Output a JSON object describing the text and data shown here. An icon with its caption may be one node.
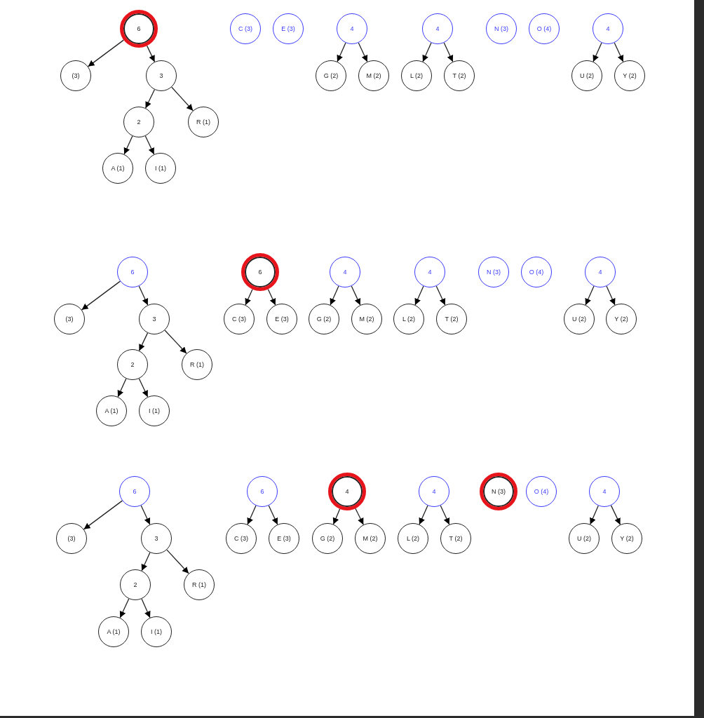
{
  "diagram": {
    "nodes": [
      {
        "text": [
          "6"
        ]
      },
      {
        "text": [
          "(3)"
        ]
      },
      {
        "text": [
          "3"
        ]
      },
      {
        "text": [
          "2"
        ]
      },
      {
        "text": [
          "R (1)"
        ]
      },
      {
        "text": [
          "A (1)"
        ]
      },
      {
        "text": [
          "I (1)"
        ]
      },
      {
        "text": [
          "C (3)"
        ]
      },
      {
        "text": [
          "E (3)"
        ]
      },
      {
        "text": [
          "4"
        ]
      },
      {
        "text": [
          "G (2)"
        ]
      },
      {
        "text": [
          "M (2)"
        ]
      },
      {
        "text": [
          "4"
        ]
      },
      {
        "text": [
          "L (2)"
        ]
      },
      {
        "text": [
          "T (2)"
        ]
      },
      {
        "text": [
          "N (3)"
        ]
      },
      {
        "text": [
          "O (4)"
        ]
      },
      {
        "text": [
          "4"
        ]
      },
      {
        "text": [
          "U (2)"
        ]
      },
      {
        "text": [
          "Y (2)"
        ]
      },
      {
        "text": [
          "6"
        ]
      },
      {
        "text": [
          "(3)"
        ]
      },
      {
        "text": [
          "3"
        ]
      },
      {
        "text": [
          "2"
        ]
      },
      {
        "text": [
          "R (1)"
        ]
      },
      {
        "text": [
          "A (1)"
        ]
      },
      {
        "text": [
          "I (1)"
        ]
      },
      {
        "text": [
          "6"
        ]
      },
      {
        "text": [
          "C (3)"
        ]
      },
      {
        "text": [
          "E (3)"
        ]
      },
      {
        "text": [
          "4"
        ]
      },
      {
        "text": [
          "G (2)"
        ]
      },
      {
        "text": [
          "M (2)"
        ]
      },
      {
        "text": [
          "4"
        ]
      },
      {
        "text": [
          "L (2)"
        ]
      },
      {
        "text": [
          "T (2)"
        ]
      },
      {
        "text": [
          "N (3)"
        ]
      },
      {
        "text": [
          "O (4)"
        ]
      },
      {
        "text": [
          "4"
        ]
      },
      {
        "text": [
          "U (2)"
        ]
      },
      {
        "text": [
          "Y (2)"
        ]
      },
      {
        "text": [
          "6"
        ]
      },
      {
        "text": [
          "(3)"
        ]
      },
      {
        "text": [
          "3"
        ]
      },
      {
        "text": [
          "2"
        ]
      },
      {
        "text": [
          "R (1)"
        ]
      },
      {
        "text": [
          "A (1)"
        ]
      },
      {
        "text": [
          "I (1)"
        ]
      },
      {
        "text": [
          "6"
        ]
      },
      {
        "text": [
          "C (3)"
        ]
      },
      {
        "text": [
          "E (3)"
        ]
      },
      {
        "text": [
          "4"
        ]
      },
      {
        "text": [
          "G (2)"
        ]
      },
      {
        "text": [
          "M (2)"
        ]
      },
      {
        "text": [
          "4"
        ]
      },
      {
        "text": [
          "L (2)"
        ]
      },
      {
        "text": [
          "T (2)"
        ]
      },
      {
        "text": [
          "N (3)"
        ]
      },
      {
        "text": [
          "O (4)"
        ]
      },
      {
        "text": [
          "4"
        ]
      },
      {
        "text": [
          "U (2)"
        ]
      },
      {
        "text": [
          "Y (2)"
        ]
      }
    ],
    "edges": [
      {
        "from": 0,
        "to": 1,
        "arrow": "to"
      },
      {
        "from": 0,
        "to": 2,
        "arrow": "to"
      },
      {
        "from": 2,
        "to": 3,
        "arrow": "to"
      },
      {
        "from": 2,
        "to": 4,
        "arrow": "to"
      },
      {
        "from": 3,
        "to": 5,
        "arrow": "to"
      },
      {
        "from": 3,
        "to": 6,
        "arrow": "to"
      },
      {
        "from": 9,
        "to": 10,
        "arrow": "to"
      },
      {
        "from": 9,
        "to": 11,
        "arrow": "to"
      },
      {
        "from": 12,
        "to": 13,
        "arrow": "to"
      },
      {
        "from": 12,
        "to": 14,
        "arrow": "to"
      },
      {
        "from": 17,
        "to": 18,
        "arrow": "to"
      },
      {
        "from": 17,
        "to": 19,
        "arrow": "to"
      },
      {
        "from": 20,
        "to": 21,
        "arrow": "to"
      },
      {
        "from": 20,
        "to": 22,
        "arrow": "to"
      },
      {
        "from": 22,
        "to": 23,
        "arrow": "to"
      },
      {
        "from": 22,
        "to": 24,
        "arrow": "to"
      },
      {
        "from": 23,
        "to": 25,
        "arrow": "to"
      },
      {
        "from": 23,
        "to": 26,
        "arrow": "to"
      },
      {
        "from": 27,
        "to": 28,
        "arrow": "to"
      },
      {
        "from": 27,
        "to": 29,
        "arrow": "to"
      },
      {
        "from": 30,
        "to": 31,
        "arrow": "to"
      },
      {
        "from": 30,
        "to": 32,
        "arrow": "to"
      },
      {
        "from": 33,
        "to": 34,
        "arrow": "to"
      },
      {
        "from": 33,
        "to": 35,
        "arrow": "to"
      },
      {
        "from": 38,
        "to": 39,
        "arrow": "to"
      },
      {
        "from": 38,
        "to": 40,
        "arrow": "to"
      },
      {
        "from": 41,
        "to": 42,
        "arrow": "to"
      },
      {
        "from": 41,
        "to": 43,
        "arrow": "to"
      },
      {
        "from": 43,
        "to": 44,
        "arrow": "to"
      },
      {
        "from": 43,
        "to": 45,
        "arrow": "to"
      },
      {
        "from": 44,
        "to": 46,
        "arrow": "to"
      },
      {
        "from": 44,
        "to": 47,
        "arrow": "to"
      },
      {
        "from": 48,
        "to": 49,
        "arrow": "to"
      },
      {
        "from": 48,
        "to": 50,
        "arrow": "to"
      },
      {
        "from": 51,
        "to": 52,
        "arrow": "to"
      },
      {
        "from": 51,
        "to": 53,
        "arrow": "to"
      },
      {
        "from": 54,
        "to": 55,
        "arrow": "to"
      },
      {
        "from": 54,
        "to": 56,
        "arrow": "to"
      },
      {
        "from": 59,
        "to": 60,
        "arrow": "to"
      },
      {
        "from": 59,
        "to": 61,
        "arrow": "to"
      }
    ]
  }
}
